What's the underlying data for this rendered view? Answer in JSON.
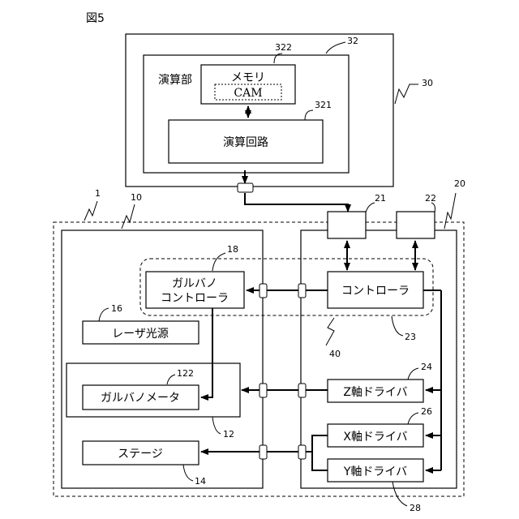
{
  "figure_title": "図5",
  "blocks": {
    "compute_unit": "演算部",
    "memory": "メモリ",
    "cam": "CAM",
    "compute_circuit": "演算回路",
    "galvano_controller_line1": "ガルバノ",
    "galvano_controller_line2": "コントローラ",
    "controller": "コントローラ",
    "laser_source": "レーザ光源",
    "galvanometer": "ガルバノメータ",
    "z_driver": "Z軸ドライバ",
    "x_driver": "X軸ドライバ",
    "y_driver": "Y軸ドライバ",
    "stage": "ステージ"
  },
  "refs": {
    "r1": "1",
    "r10": "10",
    "r12": "12",
    "r14": "14",
    "r16": "16",
    "r18": "18",
    "r20": "20",
    "r21": "21",
    "r22": "22",
    "r23": "23",
    "r24": "24",
    "r26": "26",
    "r28": "28",
    "r30": "30",
    "r32": "32",
    "r40": "40",
    "r122": "122",
    "r321": "321",
    "r322": "322"
  }
}
